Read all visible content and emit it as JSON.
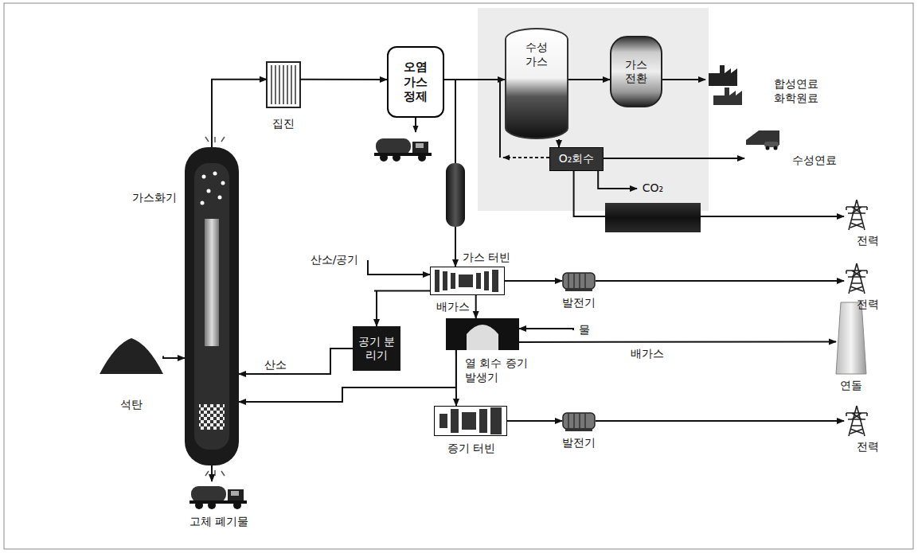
{
  "diagram": {
    "nodes": [
      {
        "text": [
          "가스화기"
        ]
      },
      {
        "text": [
          "석탄"
        ]
      },
      {
        "text": [
          "집진"
        ]
      },
      {
        "text": [
          "오염 가스 정제"
        ]
      },
      {
        "text": [
          "수성 가스"
        ]
      },
      {
        "text": [
          "가스 전환"
        ]
      },
      {
        "text": [
          "합성연료 화학원료"
        ]
      },
      {
        "text": [
          "O₂회수"
        ]
      },
      {
        "text": [
          "수성연료"
        ]
      },
      {
        "text": [
          "CO₂"
        ]
      },
      {
        "text": [
          "전력"
        ]
      },
      {
        "text": [
          "산소/공기"
        ]
      },
      {
        "text": [
          "가스 터빈"
        ]
      },
      {
        "text": [
          "발전기"
        ]
      },
      {
        "text": [
          "전력"
        ]
      },
      {
        "text": [
          "공기 분리기"
        ]
      },
      {
        "text": [
          "열 회수 증기발생기"
        ]
      },
      {
        "text": [
          "물"
        ]
      },
      {
        "text": [
          "연돌"
        ]
      },
      {
        "text": [
          "증기 터빈"
        ]
      },
      {
        "text": [
          "발전기"
        ]
      },
      {
        "text": [
          "전력"
        ]
      },
      {
        "text": [
          "고체 폐기물"
        ]
      }
    ],
    "edges": [
      {
        "from": 1,
        "to": 0,
        "arrow": "to"
      },
      {
        "from": 0,
        "to": 2,
        "arrow": "to"
      },
      {
        "from": 2,
        "to": 3,
        "arrow": "to"
      },
      {
        "from": 3,
        "to": 4,
        "arrow": "to"
      },
      {
        "from": 4,
        "to": 5,
        "arrow": "to"
      },
      {
        "from": 5,
        "to": 6,
        "arrow": "to"
      },
      {
        "from": 4,
        "to": 7,
        "arrow": "to"
      },
      {
        "from": 7,
        "to": 8,
        "arrow": "to"
      },
      {
        "from": 7,
        "to": 9,
        "arrow": "to"
      },
      {
        "from": 7,
        "to": 10,
        "arrow": "to"
      },
      {
        "from": 3,
        "to": 12,
        "arrow": "to"
      },
      {
        "from": 11,
        "to": 12,
        "arrow": "to"
      },
      {
        "from": 12,
        "to": 13,
        "arrow": "to"
      },
      {
        "from": 13,
        "to": 14,
        "arrow": "to"
      },
      {
        "from": 12,
        "to": 15,
        "arrow": "to"
      },
      {
        "from": 15,
        "to": 0,
        "label": "산소",
        "arrow": "to"
      },
      {
        "from": 12,
        "to": 16,
        "label": "배가스",
        "arrow": "to"
      },
      {
        "from": 17,
        "to": 16,
        "arrow": "to"
      },
      {
        "from": 16,
        "to": 18,
        "label": "배가스",
        "arrow": "to"
      },
      {
        "from": 16,
        "to": 19,
        "arrow": "to"
      },
      {
        "from": 16,
        "to": 0,
        "arrow": "to"
      },
      {
        "from": 19,
        "to": 20,
        "arrow": "to"
      },
      {
        "from": 20,
        "to": 21,
        "arrow": "to"
      },
      {
        "from": 0,
        "to": 22,
        "arrow": "to"
      }
    ]
  }
}
